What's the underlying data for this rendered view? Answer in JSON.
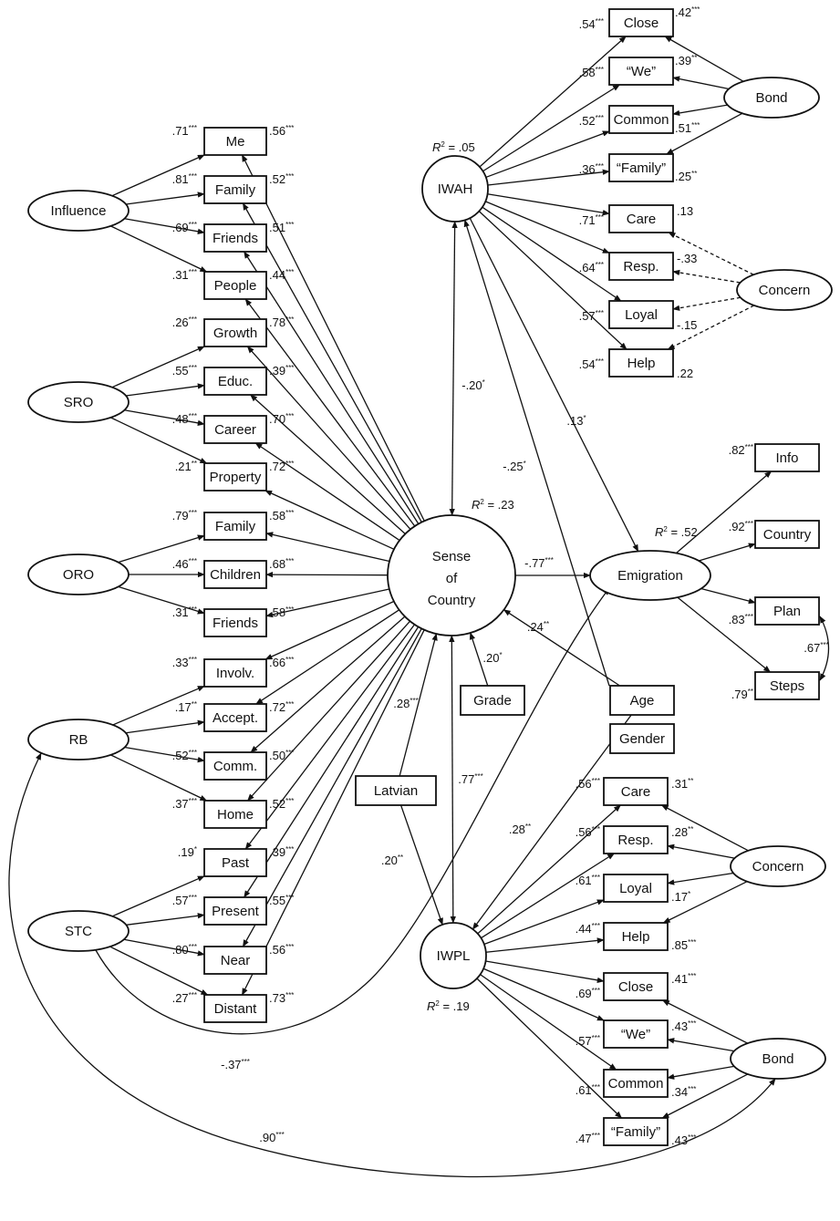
{
  "latents": [
    {
      "id": "influence",
      "label": "Influence"
    },
    {
      "id": "sro",
      "label": "SRO"
    },
    {
      "id": "oro",
      "label": "ORO"
    },
    {
      "id": "rb",
      "label": "RB"
    },
    {
      "id": "stc",
      "label": "STC"
    },
    {
      "id": "iwah",
      "label": "IWAH"
    },
    {
      "id": "iwpl",
      "label": "IWPL"
    },
    {
      "id": "sense",
      "label": "Sense of Country"
    },
    {
      "id": "emig",
      "label": "Emigration"
    },
    {
      "id": "bond_top",
      "label": "Bond"
    },
    {
      "id": "concern_top",
      "label": "Concern"
    },
    {
      "id": "concern_bot",
      "label": "Concern"
    },
    {
      "id": "bond_bot",
      "label": "Bond"
    }
  ],
  "indicators": [
    {
      "id": "i_me",
      "label": "Me"
    },
    {
      "id": "i_family1",
      "label": "Family"
    },
    {
      "id": "i_friends1",
      "label": "Friends"
    },
    {
      "id": "i_people",
      "label": "People"
    },
    {
      "id": "i_growth",
      "label": "Growth"
    },
    {
      "id": "i_educ",
      "label": "Educ."
    },
    {
      "id": "i_career",
      "label": "Career"
    },
    {
      "id": "i_property",
      "label": "Property"
    },
    {
      "id": "i_family2",
      "label": "Family"
    },
    {
      "id": "i_children",
      "label": "Children"
    },
    {
      "id": "i_friends2",
      "label": "Friends"
    },
    {
      "id": "i_involv",
      "label": "Involv."
    },
    {
      "id": "i_accept",
      "label": "Accept."
    },
    {
      "id": "i_comm",
      "label": "Comm."
    },
    {
      "id": "i_home",
      "label": "Home"
    },
    {
      "id": "i_past",
      "label": "Past"
    },
    {
      "id": "i_present",
      "label": "Present"
    },
    {
      "id": "i_near",
      "label": "Near"
    },
    {
      "id": "i_distant",
      "label": "Distant"
    },
    {
      "id": "t_close",
      "label": "Close"
    },
    {
      "id": "t_we",
      "label": "“We”"
    },
    {
      "id": "t_common",
      "label": "Common"
    },
    {
      "id": "t_family",
      "label": "“Family”"
    },
    {
      "id": "t_care",
      "label": "Care"
    },
    {
      "id": "t_resp",
      "label": "Resp."
    },
    {
      "id": "t_loyal",
      "label": "Loyal"
    },
    {
      "id": "t_help",
      "label": "Help"
    },
    {
      "id": "b_care",
      "label": "Care"
    },
    {
      "id": "b_resp",
      "label": "Resp."
    },
    {
      "id": "b_loyal",
      "label": "Loyal"
    },
    {
      "id": "b_help",
      "label": "Help"
    },
    {
      "id": "b_close",
      "label": "Close"
    },
    {
      "id": "b_we",
      "label": "“We”"
    },
    {
      "id": "b_common",
      "label": "Common"
    },
    {
      "id": "b_family",
      "label": "“Family”"
    },
    {
      "id": "e_info",
      "label": "Info"
    },
    {
      "id": "e_country",
      "label": "Country"
    },
    {
      "id": "e_plan",
      "label": "Plan"
    },
    {
      "id": "e_steps",
      "label": "Steps"
    },
    {
      "id": "c_grade",
      "label": "Grade"
    },
    {
      "id": "c_age",
      "label": "Age"
    },
    {
      "id": "c_gender",
      "label": "Gender"
    },
    {
      "id": "c_latvian",
      "label": "Latvian"
    }
  ],
  "r_squared": {
    "iwah": ".05",
    "sense": ".23",
    "emig": ".52",
    "iwpl": ".19"
  },
  "left_loadings": [
    {
      "row": "me",
      "val": ".71",
      "sig": "***"
    },
    {
      "row": "family1",
      "val": ".81",
      "sig": "***"
    },
    {
      "row": "friends1",
      "val": ".69",
      "sig": "***"
    },
    {
      "row": "people",
      "val": ".31",
      "sig": "***"
    },
    {
      "row": "growth",
      "val": ".26",
      "sig": "***"
    },
    {
      "row": "educ",
      "val": ".55",
      "sig": "***"
    },
    {
      "row": "career",
      "val": ".48",
      "sig": "***"
    },
    {
      "row": "property",
      "val": ".21",
      "sig": "**"
    },
    {
      "row": "family2",
      "val": ".79",
      "sig": "***"
    },
    {
      "row": "children",
      "val": ".46",
      "sig": "***"
    },
    {
      "row": "friends2",
      "val": ".31",
      "sig": "***"
    },
    {
      "row": "involv",
      "val": ".33",
      "sig": "***"
    },
    {
      "row": "accept",
      "val": ".17",
      "sig": "**"
    },
    {
      "row": "comm",
      "val": ".52",
      "sig": "***"
    },
    {
      "row": "home",
      "val": ".37",
      "sig": "***"
    },
    {
      "row": "past",
      "val": ".19",
      "sig": "*"
    },
    {
      "row": "present",
      "val": ".57",
      "sig": "***"
    },
    {
      "row": "near",
      "val": ".80",
      "sig": "***"
    },
    {
      "row": "distant",
      "val": ".27",
      "sig": "***"
    }
  ],
  "sense_loadings": [
    {
      "row": "me",
      "val": ".56",
      "sig": "***"
    },
    {
      "row": "family1",
      "val": ".52",
      "sig": "***"
    },
    {
      "row": "friends1",
      "val": ".51",
      "sig": "***"
    },
    {
      "row": "people",
      "val": ".44",
      "sig": "***"
    },
    {
      "row": "growth",
      "val": ".78",
      "sig": "***"
    },
    {
      "row": "educ",
      "val": ".39",
      "sig": "***"
    },
    {
      "row": "career",
      "val": ".70",
      "sig": "***"
    },
    {
      "row": "property",
      "val": ".72",
      "sig": "***"
    },
    {
      "row": "family2",
      "val": ".58",
      "sig": "***"
    },
    {
      "row": "children",
      "val": ".68",
      "sig": "***"
    },
    {
      "row": "friends2",
      "val": ".58",
      "sig": "***"
    },
    {
      "row": "involv",
      "val": ".66",
      "sig": "***"
    },
    {
      "row": "accept",
      "val": ".72",
      "sig": "***"
    },
    {
      "row": "comm",
      "val": ".50",
      "sig": "***"
    },
    {
      "row": "home",
      "val": ".52",
      "sig": "***"
    },
    {
      "row": "past",
      "val": ".39",
      "sig": "***"
    },
    {
      "row": "present",
      "val": ".55",
      "sig": "***"
    },
    {
      "row": "near",
      "val": ".56",
      "sig": "***"
    },
    {
      "row": "distant",
      "val": ".73",
      "sig": "***"
    }
  ],
  "iwah_loadings": [
    {
      "row": "close",
      "val": ".54",
      "sig": "***"
    },
    {
      "row": "we",
      "val": ".58",
      "sig": "***"
    },
    {
      "row": "common",
      "val": ".52",
      "sig": "***"
    },
    {
      "row": "family",
      "val": ".36",
      "sig": "***"
    },
    {
      "row": "care",
      "val": ".71",
      "sig": "***"
    },
    {
      "row": "resp",
      "val": ".64",
      "sig": "***"
    },
    {
      "row": "loyal",
      "val": ".57",
      "sig": "***"
    },
    {
      "row": "help",
      "val": ".54",
      "sig": "***"
    }
  ],
  "top_bond_loadings": [
    {
      "row": "close",
      "val": ".42",
      "sig": "***"
    },
    {
      "row": "we",
      "val": ".39",
      "sig": "**"
    },
    {
      "row": "common",
      "val": ".51",
      "sig": "***"
    },
    {
      "row": "family",
      "val": ".25",
      "sig": "**"
    }
  ],
  "top_concern_loadings": [
    {
      "row": "care",
      "val": ".13",
      "sig": ""
    },
    {
      "row": "resp",
      "val": "-.33",
      "sig": ""
    },
    {
      "row": "loyal",
      "val": "-.15",
      "sig": ""
    },
    {
      "row": "help",
      "val": ".22",
      "sig": ""
    }
  ],
  "iwpl_loadings": [
    {
      "row": "care",
      "val": ".56",
      "sig": "***"
    },
    {
      "row": "resp",
      "val": ".56",
      "sig": "***"
    },
    {
      "row": "loyal",
      "val": ".61",
      "sig": "***"
    },
    {
      "row": "help",
      "val": ".44",
      "sig": "***"
    },
    {
      "row": "close",
      "val": ".69",
      "sig": "***"
    },
    {
      "row": "we",
      "val": ".57",
      "sig": "***"
    },
    {
      "row": "common",
      "val": ".61",
      "sig": "***"
    },
    {
      "row": "family",
      "val": ".47",
      "sig": "***"
    }
  ],
  "bottom_concern_loadings": [
    {
      "row": "care",
      "val": ".31",
      "sig": "**"
    },
    {
      "row": "resp",
      "val": ".28",
      "sig": "**"
    },
    {
      "row": "loyal",
      "val": ".17",
      "sig": "*"
    },
    {
      "row": "help",
      "val": ".85",
      "sig": "***"
    }
  ],
  "bottom_bond_loadings": [
    {
      "row": "close",
      "val": ".41",
      "sig": "***"
    },
    {
      "row": "we",
      "val": ".43",
      "sig": "***"
    },
    {
      "row": "common",
      "val": ".34",
      "sig": "***"
    },
    {
      "row": "family",
      "val": ".43",
      "sig": "***"
    }
  ],
  "emig_loadings": [
    {
      "row": "info",
      "val": ".82",
      "sig": "***"
    },
    {
      "row": "country",
      "val": ".92",
      "sig": "***"
    },
    {
      "row": "plan",
      "val": ".83",
      "sig": "***"
    },
    {
      "row": "steps",
      "val": ".79",
      "sig": "**"
    }
  ],
  "paths": [
    {
      "id": "iwah_sense",
      "val": "-.20",
      "sig": "*"
    },
    {
      "id": "iwah_emig",
      "val": ".13",
      "sig": "*"
    },
    {
      "id": "age_iwah",
      "val": "-.25",
      "sig": "*"
    },
    {
      "id": "sense_emig",
      "val": "-.77",
      "sig": "***"
    },
    {
      "id": "age_sense",
      "val": ".24",
      "sig": "**"
    },
    {
      "id": "grade_sense",
      "val": ".20",
      "sig": "*"
    },
    {
      "id": "latvian_sense",
      "val": ".28",
      "sig": "***"
    },
    {
      "id": "sense_iwpl",
      "val": ".77",
      "sig": "***"
    },
    {
      "id": "latvian_iwpl",
      "val": ".20",
      "sig": "**"
    },
    {
      "id": "age_iwpl",
      "val": ".28",
      "sig": "**"
    },
    {
      "id": "plan_steps",
      "val": ".67",
      "sig": "***"
    },
    {
      "id": "stc_emig",
      "val": "-.37",
      "sig": "***"
    },
    {
      "id": "rb_bond",
      "val": ".90",
      "sig": "***"
    }
  ]
}
